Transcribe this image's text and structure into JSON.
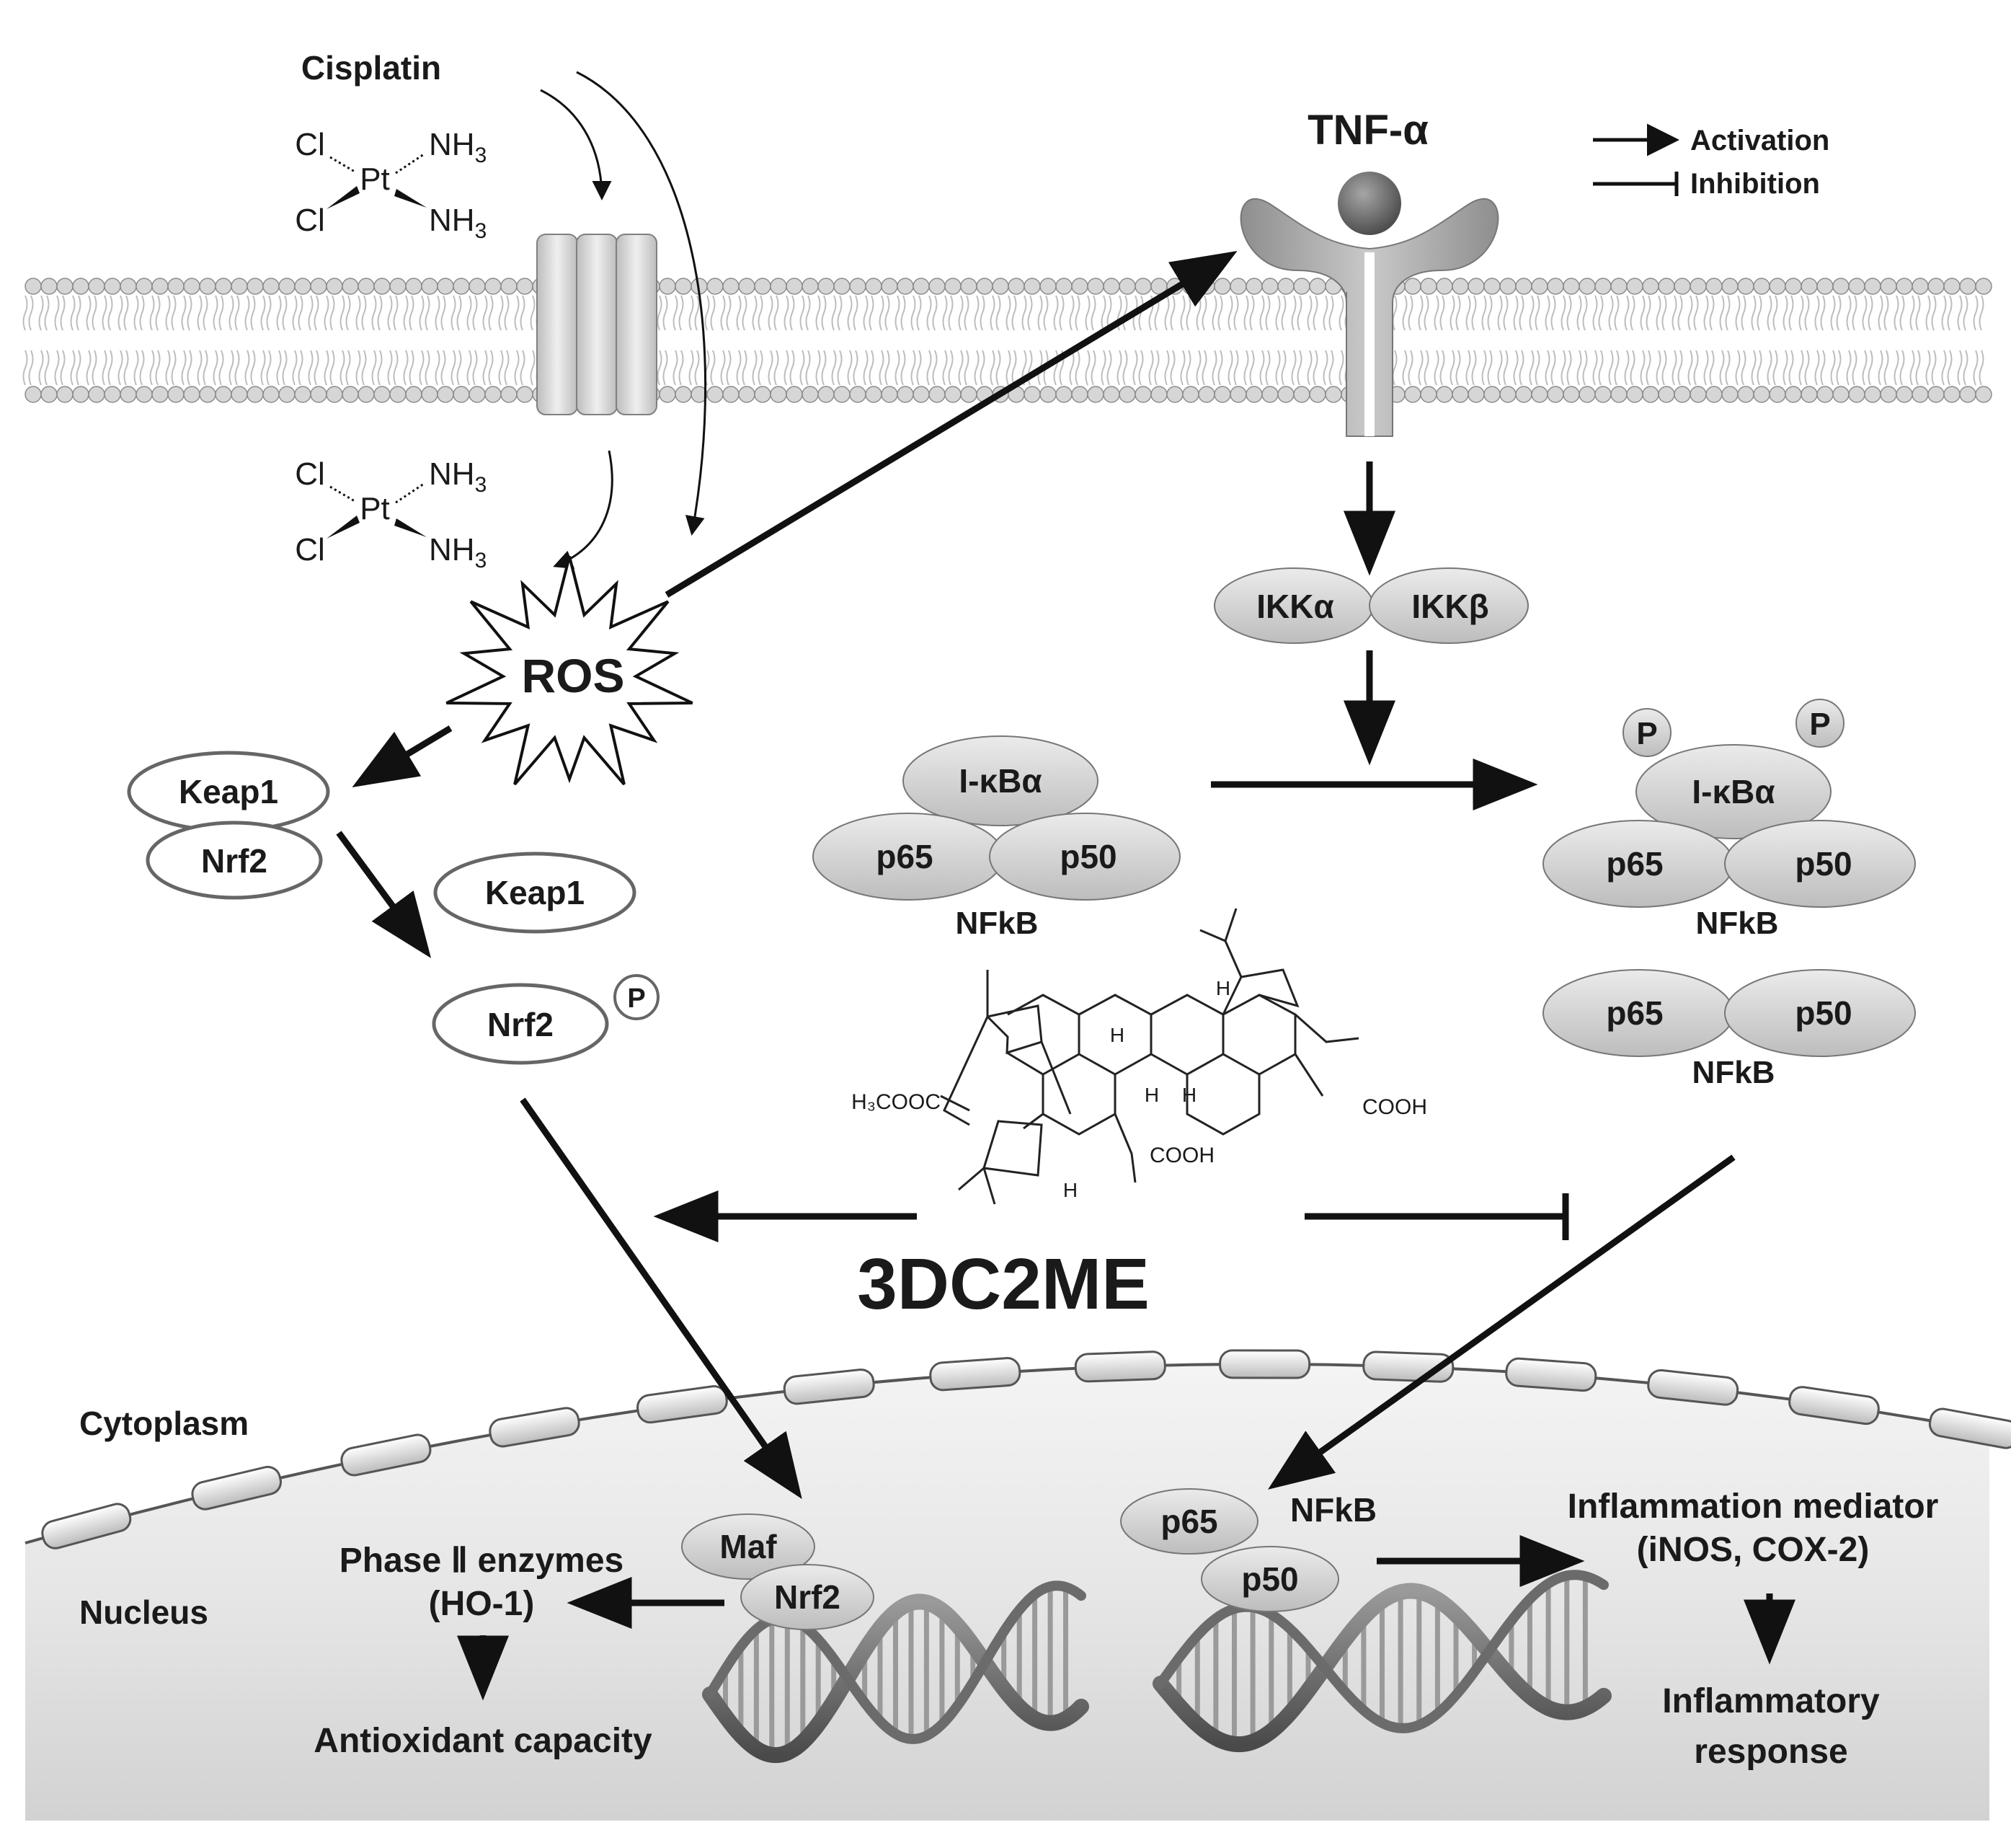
{
  "drug": {
    "name": "Cisplatin"
  },
  "pt_complex": {
    "metal": "Pt",
    "chloride": "Cl",
    "ammine": "NH",
    "ammine_subscript": "3"
  },
  "ros": {
    "label": "ROS"
  },
  "receptor": {
    "label": "TNF-α"
  },
  "legend": {
    "activation": "Activation",
    "inhibition": "Inhibition"
  },
  "ikk": {
    "alpha": "IKKα",
    "beta": "IKKβ"
  },
  "nfkb_complex": {
    "ikba": "I-κBα",
    "p65": "p65",
    "p50": "p50",
    "label": "NFkB"
  },
  "phospho": {
    "label": "P"
  },
  "keap_nrf": {
    "keap1": "Keap1",
    "nrf2": "Nrf2"
  },
  "compound": {
    "name": "3DC2ME",
    "groups": {
      "ester": "H₃COOC",
      "acid_right": "COOH",
      "acid_bottom": "COOH",
      "hydrogen": "H"
    }
  },
  "compartments": {
    "cytoplasm": "Cytoplasm",
    "nucleus": "Nucleus"
  },
  "nucleus_left": {
    "maf": "Maf",
    "nrf2": "Nrf2",
    "phase2_line1": "Phase Ⅱ enzymes",
    "phase2_line2": "(HO-1)",
    "outcome": "Antioxidant capacity"
  },
  "nucleus_right": {
    "p65": "p65",
    "p50": "p50",
    "nfkb": "NFkB",
    "mediator_line1": "Inflammation mediator",
    "mediator_line2": "(iNOS, COX-2)",
    "outcome_line1": "Inflammatory",
    "outcome_line2": "response"
  },
  "colors": {
    "ink": "#1a1a1a",
    "protein_fill": "#cfcfcf",
    "protein_stroke": "#777777",
    "ring_stroke": "#666666",
    "membrane": "#c8c8c8",
    "nucleus_fill": "#e2e2e2"
  }
}
